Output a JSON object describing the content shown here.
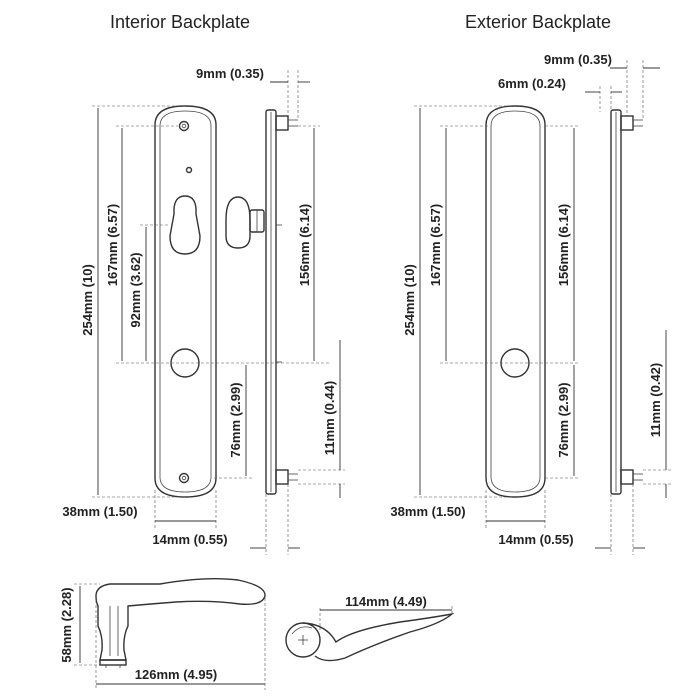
{
  "titles": {
    "interior": "Interior Backplate",
    "exterior": "Exterior Backplate"
  },
  "interior": {
    "depth_top": "9mm (0.35)",
    "height_total": "254mm (10)",
    "hole_span": "167mm (6.57)",
    "cylinder_to_lever": "92mm (3.62)",
    "screw_span": "156mm (6.14)",
    "lever_to_bottom": "76mm (2.99)",
    "tab_height": "11mm (0.44)",
    "width": "38mm (1.50)",
    "thickness": "14mm (0.55)"
  },
  "exterior": {
    "depth_top": "9mm (0.35)",
    "depth_mid": "6mm (0.24)",
    "height_total": "254mm (10)",
    "hole_span": "167mm (6.57)",
    "screw_span": "156mm (6.14)",
    "lever_to_bottom": "76mm (2.99)",
    "tab_height": "11mm (0.42)",
    "width": "38mm (1.50)",
    "thickness": "14mm (0.55)"
  },
  "lever": {
    "height": "58mm (2.28)",
    "length": "126mm (4.95)",
    "top_width": "114mm (4.49)"
  }
}
